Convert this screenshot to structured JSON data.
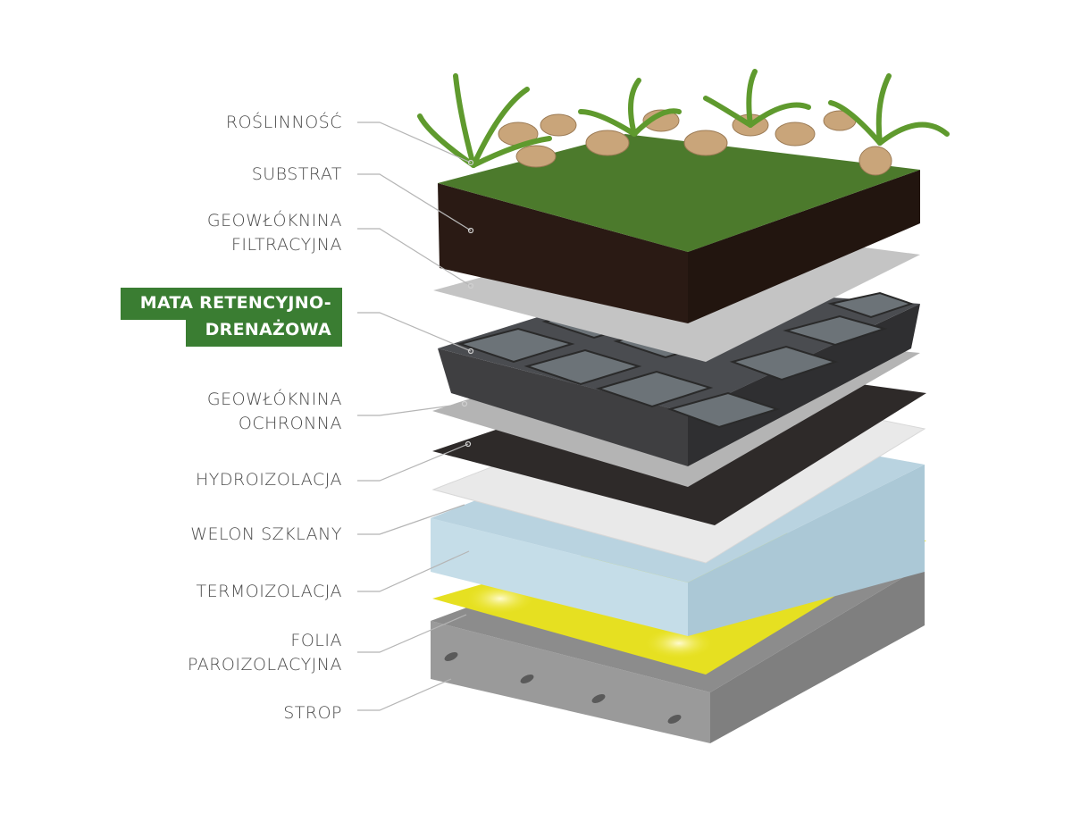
{
  "title_layers": [
    {
      "id": "roslinnosc",
      "lines": [
        "ROŚLINNOŚĆ"
      ]
    },
    {
      "id": "substrat",
      "lines": [
        "SUBSTRAT"
      ]
    },
    {
      "id": "geowloknina-filtracyjna",
      "lines": [
        "GEOWŁÓKNINA",
        "FILTRACYJNA"
      ]
    },
    {
      "id": "mata",
      "lines": [
        "MATA RETENCYJNO-",
        "DRENAŻOWA"
      ],
      "highlighted": true
    },
    {
      "id": "geowloknina-ochronna",
      "lines": [
        "GEOWŁÓKNINA",
        "OCHRONNA"
      ]
    },
    {
      "id": "hydroizolacja",
      "lines": [
        "HYDROIZOLACJA"
      ]
    },
    {
      "id": "welon",
      "lines": [
        "WELON SZKLANY"
      ]
    },
    {
      "id": "termoizolacja",
      "lines": [
        "TERMOIZOLACJA"
      ]
    },
    {
      "id": "folia",
      "lines": [
        "FOLIA",
        "PAROIZOLACYJNA"
      ]
    },
    {
      "id": "strop",
      "lines": [
        "STROP"
      ]
    }
  ],
  "colors": {
    "highlight": "#3a7d32",
    "text": "#4a4a4a",
    "leader": "#b5b5b5"
  }
}
